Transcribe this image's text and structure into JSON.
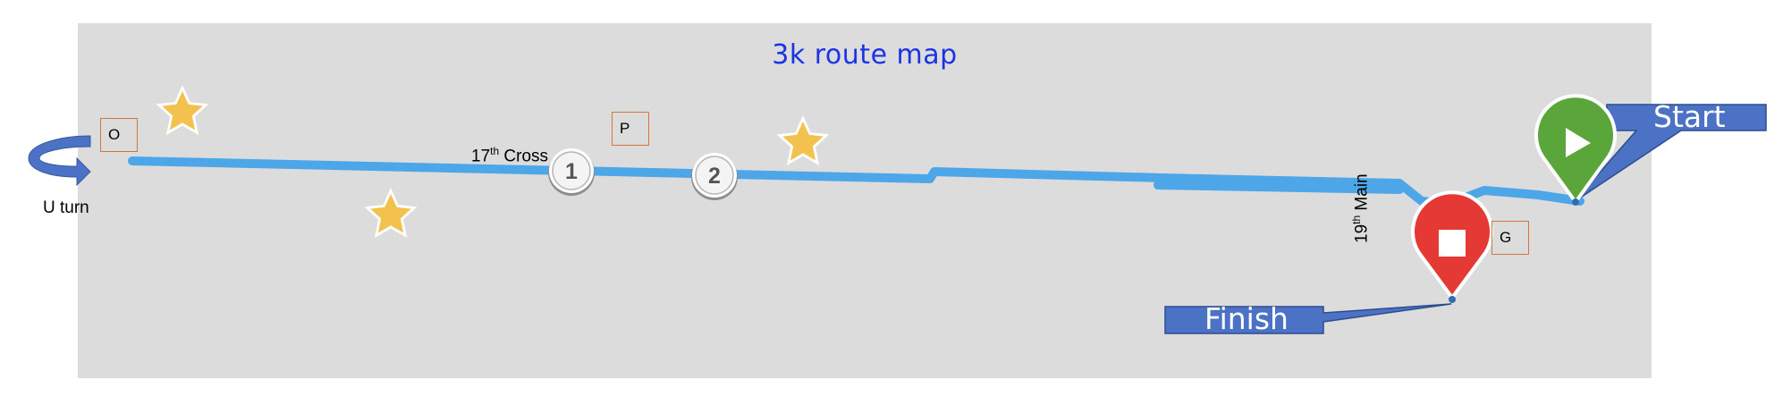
{
  "title": "3k route map",
  "legend_boxes": {
    "o": "O",
    "p": "P",
    "g": "G"
  },
  "roads": {
    "cross_prefix": "17",
    "cross_sup": "th",
    "cross_suffix": " Cross",
    "main_prefix": "19",
    "main_sup": "th",
    "main_suffix": " Main"
  },
  "uturn_label": "U turn",
  "checkpoints": [
    "1",
    "2"
  ],
  "callouts": {
    "start": "Start",
    "finish": "Finish"
  },
  "colors": {
    "route": "#4da6e8",
    "start_pin": "#5aa63a",
    "finish_pin": "#e53935",
    "callout_fill": "#4b72c4",
    "star": "#f2c14e",
    "box_border": "#d2773a",
    "title": "#1a33e6"
  },
  "icons": [
    "play-icon",
    "stop-icon",
    "star-icon",
    "uturn-arrow-icon"
  ]
}
